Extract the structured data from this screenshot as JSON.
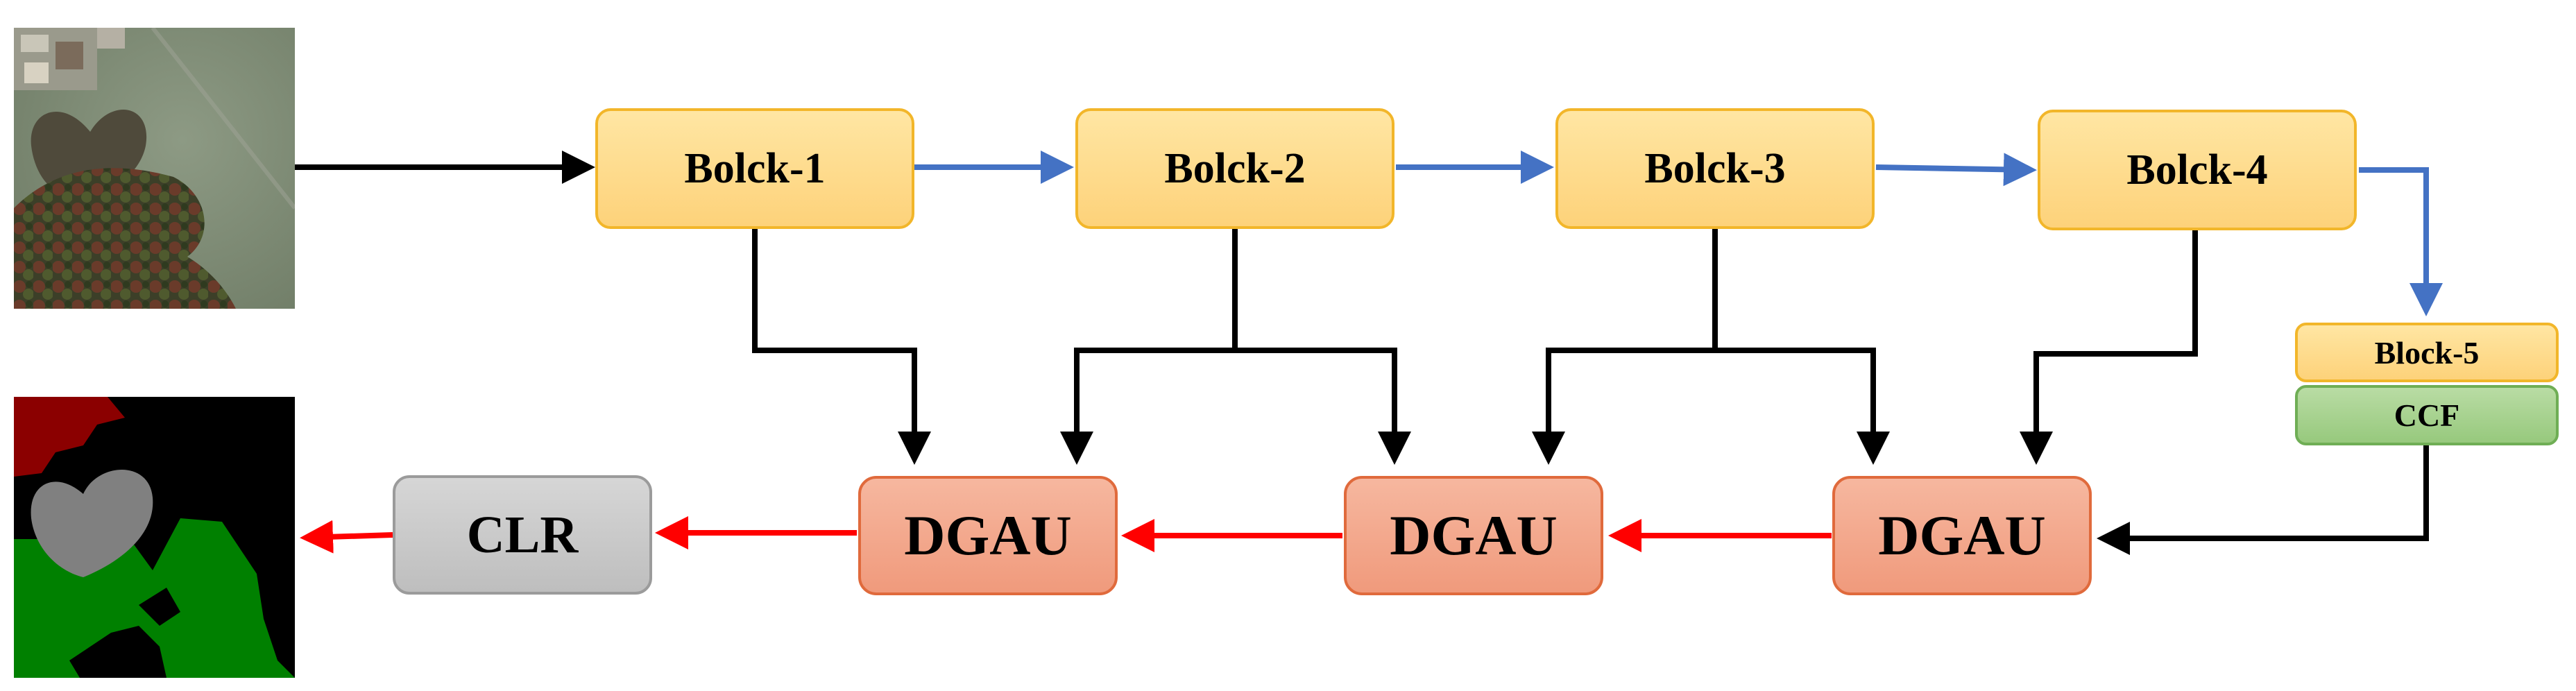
{
  "blocks": [
    "Bolck-1",
    "Bolck-2",
    "Bolck-3",
    "Bolck-4"
  ],
  "block5_label": "Block-5",
  "ccf_label": "CCF",
  "dgau_label": "DGAU",
  "clr_label": "CLR",
  "colors": {
    "encoder_arrow": "#4472c4",
    "decoder_arrow": "#ff0000",
    "skip_arrow": "#000000",
    "segmentation_classes": [
      "#000000",
      "#8b0000",
      "#808080",
      "#008000"
    ]
  },
  "icons": {
    "input": "aerial-satellite-image",
    "output": "segmentation-map"
  }
}
